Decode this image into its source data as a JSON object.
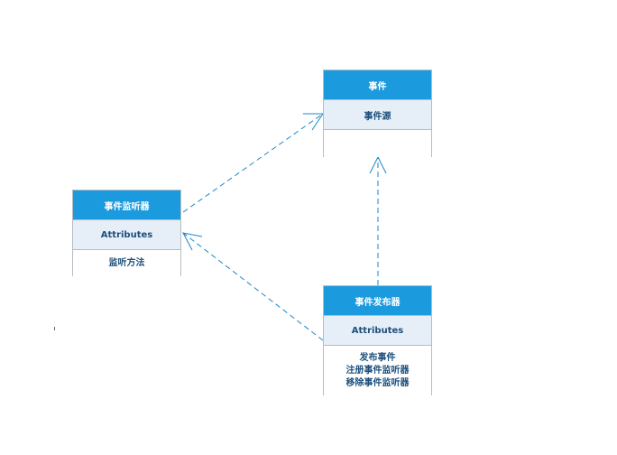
{
  "diagram": {
    "classes": {
      "event": {
        "name": "事件",
        "attributes": "事件源",
        "methods": []
      },
      "listener": {
        "name": "事件监听器",
        "attributes": "Attributes",
        "methods": [
          "监听方法"
        ]
      },
      "publisher": {
        "name": "事件发布器",
        "attributes": "Attributes",
        "methods": [
          "发布事件",
          "注册事件监听器",
          "移除事件监听器"
        ]
      }
    },
    "relations": [
      {
        "from": "listener",
        "to": "event",
        "type": "dependency"
      },
      {
        "from": "publisher",
        "to": "event",
        "type": "dependency"
      },
      {
        "from": "publisher",
        "to": "listener",
        "type": "dependency"
      }
    ],
    "colors": {
      "header": "#1b9bde",
      "attributes_bg": "#e6eef8",
      "border": "#b7bcc3",
      "text": "#1d4f7c",
      "connector": "#1b87c9"
    }
  }
}
